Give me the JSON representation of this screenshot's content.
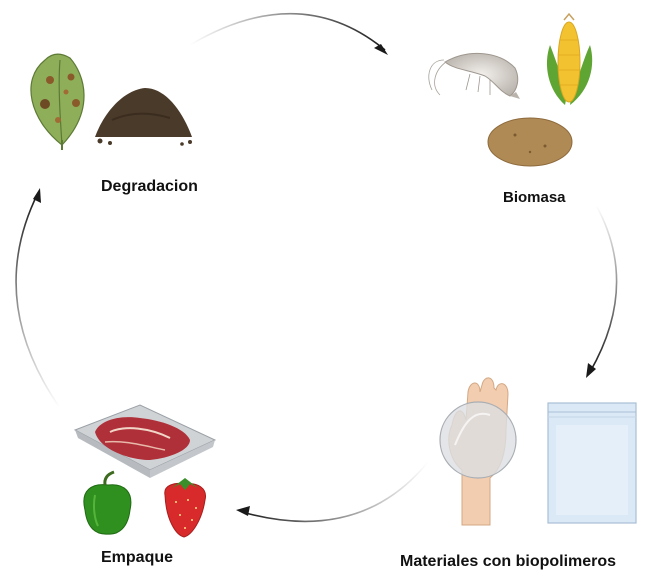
{
  "stages": {
    "degradacion": {
      "label": "Degradacion",
      "icons": [
        "diseased-leaf-icon",
        "soil-pile-icon"
      ]
    },
    "biomasa": {
      "label": "Biomasa",
      "icons": [
        "shrimp-icon",
        "corn-icon",
        "potato-icon"
      ]
    },
    "materiales": {
      "label": "Materiales con biopolimeros",
      "icons": [
        "glove-hand-icon",
        "plastic-bag-icon"
      ]
    },
    "empaque": {
      "label": "Empaque",
      "icons": [
        "meat-tray-icon",
        "bell-pepper-icon",
        "strawberry-icon"
      ]
    }
  },
  "cycle_order": [
    "degradacion",
    "biomasa",
    "materiales",
    "empaque"
  ],
  "colors": {
    "arrow": "#1a1a1a",
    "label_text": "#111111",
    "leaf_green": "#8fae5a",
    "soil_brown": "#4a3a2a",
    "pepper_green": "#2f8f1f",
    "strawberry_red": "#d82a2a",
    "corn_yellow": "#f2c230",
    "potato_brown": "#b08a55",
    "meat_red": "#b0303a",
    "bag_blue": "#dbe8f5"
  }
}
